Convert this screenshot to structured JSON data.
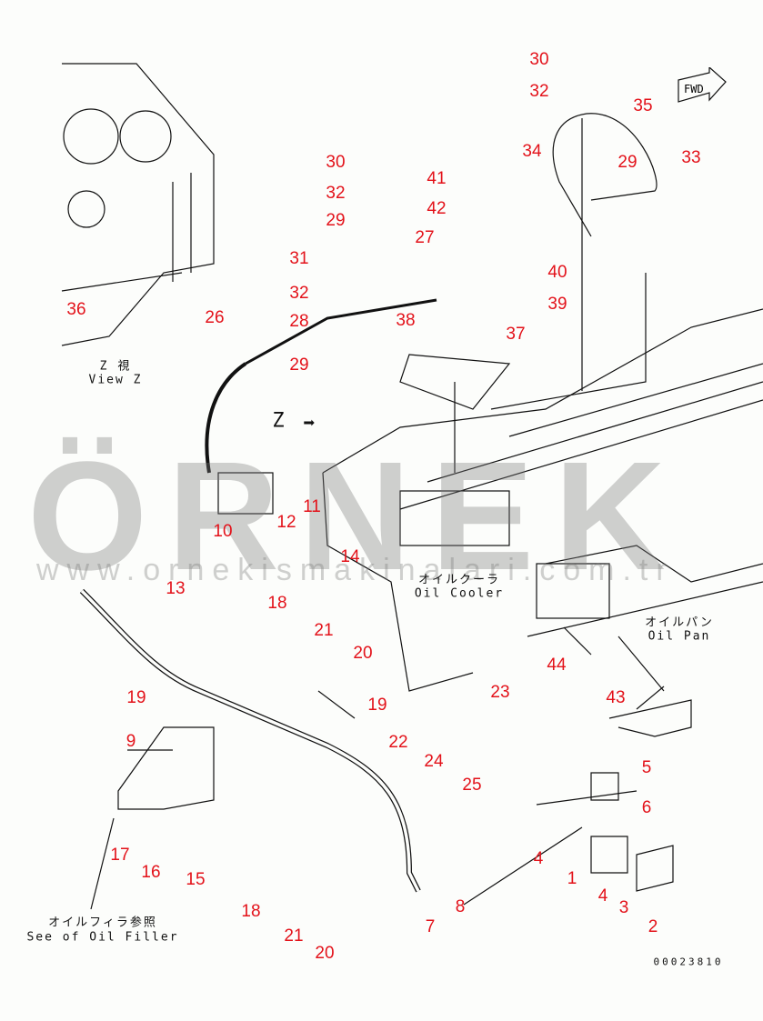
{
  "callouts": [
    "30",
    "32",
    "35",
    "33",
    "29",
    "34",
    "30",
    "32",
    "29",
    "41",
    "42",
    "27",
    "31",
    "32",
    "28",
    "38",
    "40",
    "39",
    "37",
    "36",
    "26",
    "29",
    "11",
    "12",
    "10",
    "13",
    "18",
    "14",
    "21",
    "20",
    "19",
    "19",
    "23",
    "44",
    "43",
    "22",
    "24",
    "25",
    "9",
    "5",
    "6",
    "4",
    "1",
    "4",
    "3",
    "8",
    "7",
    "2",
    "17",
    "16",
    "15",
    "18",
    "21",
    "20"
  ],
  "labels": {
    "view_z_jp": "Z 視",
    "view_z": "View Z",
    "z_arrow": "Z",
    "fwd": "FWD",
    "oil_cooler_jp": "オイルクーラ",
    "oil_cooler": "Oil Cooler",
    "oil_pan_jp": "オイルパン",
    "oil_pan": "Oil Pan",
    "oil_filler_jp": "オイルフィラ参照",
    "oil_filler": "See of Oil Filler",
    "drawing_no": "00023810"
  },
  "watermark": {
    "logo": "ÖRNEK",
    "url": "www.ornekismakinalari.com.tr"
  },
  "colors": {
    "callout": "#e3121a",
    "line": "#111111"
  }
}
